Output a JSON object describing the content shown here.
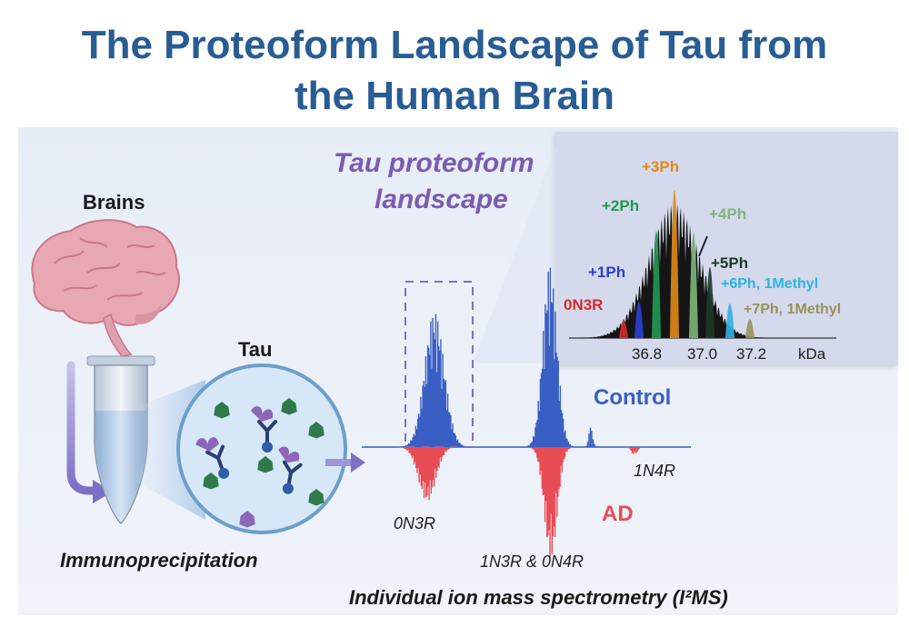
{
  "title_line1": "The Proteoform Landscape of Tau from",
  "title_line2": "the Human Brain",
  "left": {
    "brains": "Brains",
    "tau": "Tau",
    "immuno": "Immunoprecipitation"
  },
  "spectrum": {
    "heading_line1": "Tau proteoform",
    "heading_line2": "landscape",
    "control": "Control",
    "ad": "AD",
    "iso_0n3r": "0N3R",
    "iso_1n3r": "1N3R & 0N4R",
    "iso_1n4r": "1N4R",
    "caption": "Individual ion mass spectrometry (I²MS)"
  },
  "inset": {
    "labels": {
      "p3": "+3Ph",
      "p2": "+2Ph",
      "p4": "+4Ph",
      "p5": "+5Ph",
      "p1": "+1Ph",
      "p6": "+6Ph, 1Methyl",
      "p7": "+7Ph, 1Methyl",
      "base": "0N3R"
    },
    "ticks": [
      "36.8",
      "37.0",
      "37.2"
    ],
    "unit": "kDa"
  },
  "colors": {
    "title": "#285c95",
    "control": "#3a5fc4",
    "ad": "#e84c55",
    "heading": "#7b5bb0",
    "p3": "#e08a17",
    "p2": "#1f9a52",
    "p4": "#7fb57a",
    "p5": "#1c3a2a",
    "p1": "#2c3fd6",
    "p6": "#2cb4e0",
    "p7": "#9a9258",
    "base": "#d42a2a"
  }
}
